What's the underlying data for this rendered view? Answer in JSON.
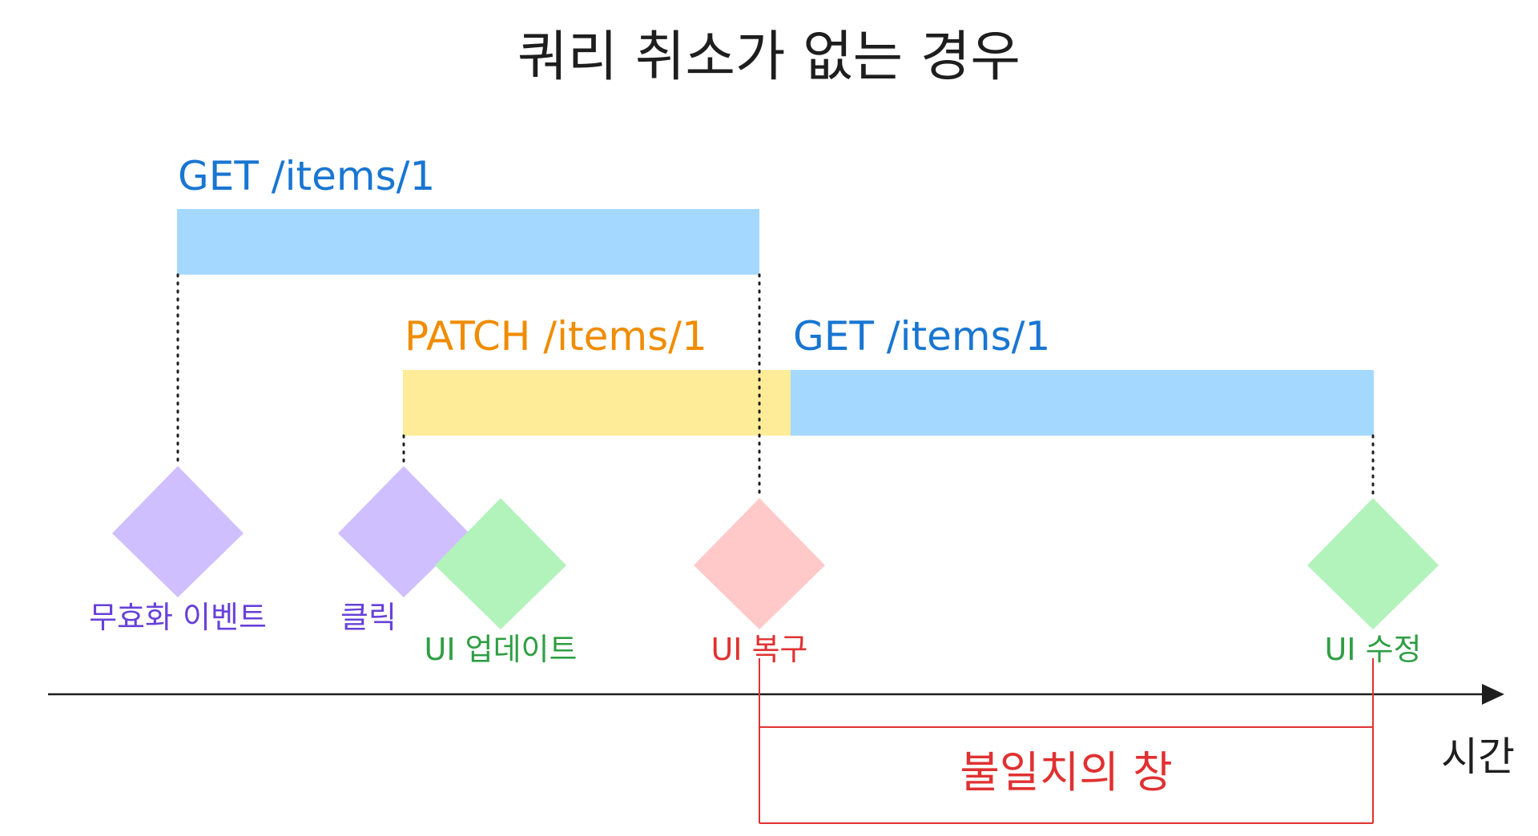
{
  "title": "쿼리 취소가 없는 경우",
  "requests": [
    {
      "label": "GET /items/1",
      "color": "#1976d2",
      "fill": "#a5d8ff"
    },
    {
      "label": "PATCH /items/1",
      "color": "#f08c00",
      "fill": "#ffec99"
    },
    {
      "label": "GET /items/1",
      "color": "#1976d2",
      "fill": "#a5d8ff"
    }
  ],
  "events": [
    {
      "label": "무효화 이벤트",
      "color": "#6741d9",
      "fill": "#d0bfff"
    },
    {
      "label": "클릭",
      "color": "#6741d9",
      "fill": "#d0bfff"
    },
    {
      "label": "UI 업데이트",
      "color": "#2f9e44",
      "fill": "#b2f2bb"
    },
    {
      "label": "UI 복구",
      "color": "#e03131",
      "fill": "#ffc9c9"
    },
    {
      "label": "UI 수정",
      "color": "#2f9e44",
      "fill": "#b2f2bb"
    }
  ],
  "axis": {
    "label": "시간"
  },
  "window": {
    "label": "불일치의 창",
    "color": "#e03131"
  },
  "colors": {
    "axis": "#1e1e1e",
    "dotted": "#1e1e1e",
    "text": "#1e1e1e"
  }
}
